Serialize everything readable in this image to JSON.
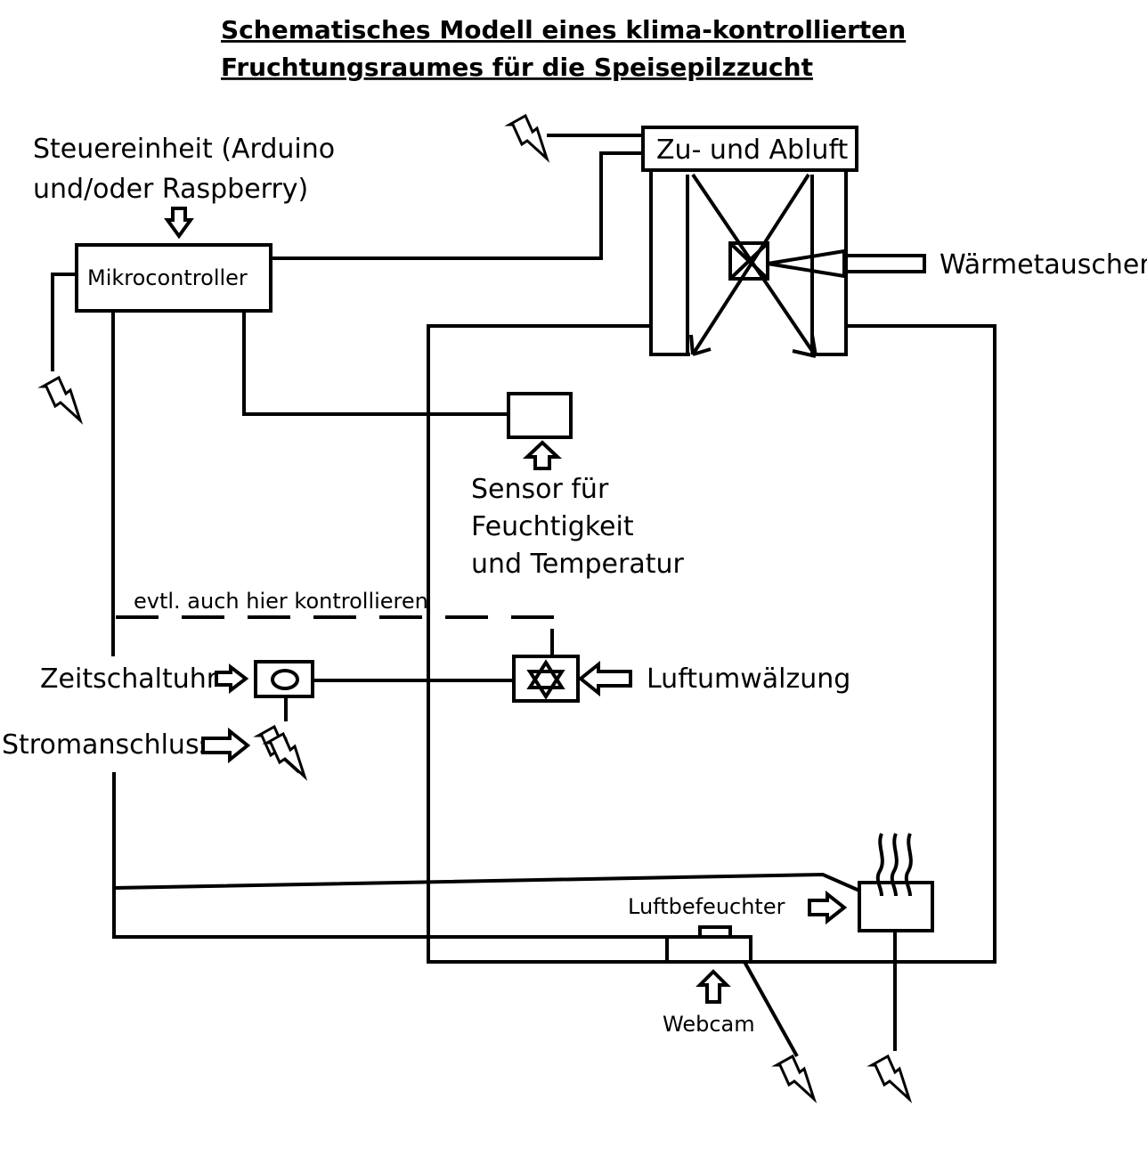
{
  "title": {
    "line1": "Schematisches Modell eines klima-kontrollierten ",
    "line2": "Fruchtungsraumes für die Speisepilzzucht"
  },
  "labels": {
    "steuereinheit_line1": "Steuereinheit (Arduino",
    "steuereinheit_line2": "und/oder Raspberry)",
    "mikrocontroller": "Mikrocontroller",
    "zu_und_abluft": "Zu- und Abluft",
    "waermetauscher": "Wärmetauscher",
    "sensor_line1": "Sensor für",
    "sensor_line2": "Feuchtigkeit",
    "sensor_line3": "und Temperatur",
    "evtl_kontrollieren": "evtl. auch hier kontrollieren",
    "zeitschaltuhr": "Zeitschaltuhr",
    "luftumwaelzung": "Luftumwälzung",
    "stromanschluss": "Stromanschluss",
    "luftbefeuchter": "Luftbefeuchter",
    "webcam": "Webcam"
  },
  "icons": [
    "power-bolt-icon",
    "arrow-right-icon",
    "arrow-down-icon",
    "arrow-up-icon",
    "arrow-left-icon",
    "fan-star-icon",
    "timer-circle-icon",
    "steam-icon"
  ]
}
